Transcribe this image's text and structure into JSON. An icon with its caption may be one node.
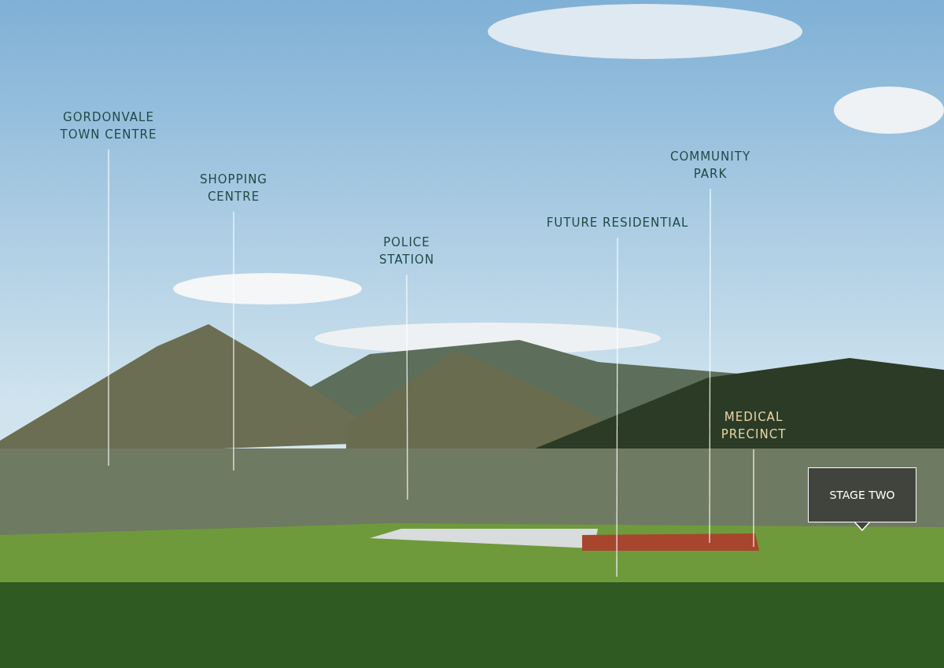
{
  "diagram": {
    "nodes": [
      {
        "text": [
          "GORDONVALE TOWN CENTRE"
        ]
      },
      {
        "text": [
          "SHOPPING CENTRE"
        ]
      },
      {
        "text": [
          "POLICE STATION"
        ]
      },
      {
        "text": [
          "COMMUNITY PARK"
        ]
      },
      {
        "text": [
          "FUTURE RESIDENTIAL"
        ]
      },
      {
        "text": [
          "MEDICAL PRECINCT"
        ]
      },
      {
        "text": [
          "STAGE TWO"
        ]
      }
    ],
    "edges": [
      {
        "from": 0,
        "to": null,
        "arrow": "none"
      },
      {
        "from": 1,
        "to": null,
        "arrow": "none"
      },
      {
        "from": 2,
        "to": null,
        "arrow": "none"
      },
      {
        "from": 3,
        "to": null,
        "arrow": "none"
      },
      {
        "from": 4,
        "to": null,
        "arrow": "none"
      },
      {
        "from": 5,
        "to": null,
        "arrow": "none"
      }
    ]
  }
}
